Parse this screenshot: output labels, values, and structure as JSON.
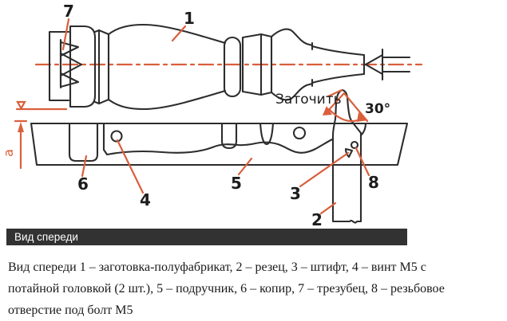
{
  "figure": {
    "view_label": "Вид спереди",
    "annotations": {
      "sharpen": "Заточить",
      "angle": "30°",
      "dim_a": "a"
    },
    "callouts": {
      "c1": "1",
      "c2": "2",
      "c3": "3",
      "c4": "4",
      "c5": "5",
      "c6": "6",
      "c7": "7",
      "c8": "8"
    },
    "colors": {
      "accent": "#d95f3c",
      "line": "#2d2d2d",
      "bar_bg": "#323232",
      "bar_text": "#ffffff"
    }
  },
  "caption": {
    "lines": [
      "Вид спереди 1 – заготовка-полуфабрикат, 2 – резец, 3 – штифт, 4 – винт М5 с",
      "потайной головкой (2 шт.), 5 – подручник, 6 – копир, 7 – трезубец, 8 – резьбовое",
      "отверстие под болт М5"
    ]
  }
}
